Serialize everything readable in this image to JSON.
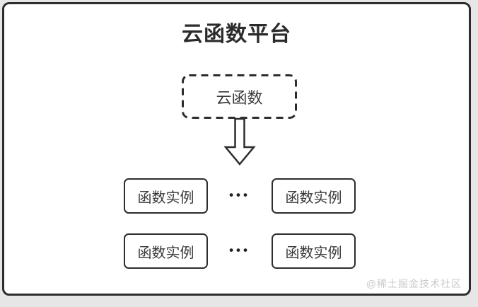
{
  "colors": {
    "page_background": "#e6e6e6",
    "card_background": "#ffffff",
    "line_color": "#2d2d2d",
    "text_color": "#3a3a3a",
    "watermark_color": "#c9c9c9"
  },
  "diagram": {
    "title": "云函数平台",
    "cloud_function_node": "云函数",
    "arrow_icon": "down-block-arrow",
    "rows": [
      {
        "left": "函数实例",
        "dots": "•••",
        "right": "函数实例"
      },
      {
        "left": "函数实例",
        "dots": "•••",
        "right": "函数实例"
      }
    ],
    "watermark": "@稀土掘金技术社区"
  }
}
